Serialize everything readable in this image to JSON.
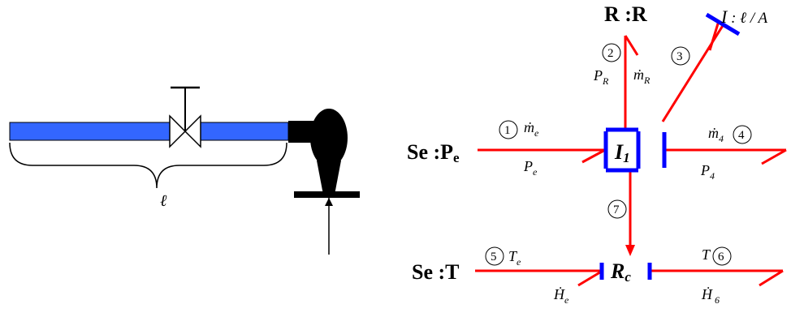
{
  "colors": {
    "bond": "#ff0000",
    "stroke": "#0000ff",
    "pipe": "#3366ff",
    "ink": "#000000"
  },
  "left": {
    "length_symbol": "ℓ"
  },
  "elements": {
    "r_label": "R :R",
    "i_label_sym": "I",
    "i_label_rest": " : ℓ / A",
    "se_p_main": "Se :P",
    "se_p_sub": "e",
    "se_t_label": "Se :T",
    "junction_main": "I",
    "junction_sub": "1",
    "rc_main": "R",
    "rc_sub": "c"
  },
  "bonds": [
    {
      "id": "1",
      "flow_sym": "ṁ",
      "flow_sub": "e",
      "effort_sym": "P",
      "effort_sub": "e"
    },
    {
      "id": "2",
      "flow_sym": "ṁ",
      "flow_sub": "R",
      "effort_sym": "P",
      "effort_sub": "R"
    },
    {
      "id": "3"
    },
    {
      "id": "4",
      "flow_sym": "ṁ",
      "flow_sub": "4",
      "effort_sym": "P",
      "effort_sub": "4"
    },
    {
      "id": "5",
      "effort_sym": "T",
      "effort_sub": "e",
      "flow_sym": "Ḣ",
      "flow_sub": "e"
    },
    {
      "id": "6",
      "effort_sym": "T",
      "effort_sub": "",
      "flow_sym": "Ḣ",
      "flow_sub": "6"
    },
    {
      "id": "7"
    }
  ]
}
